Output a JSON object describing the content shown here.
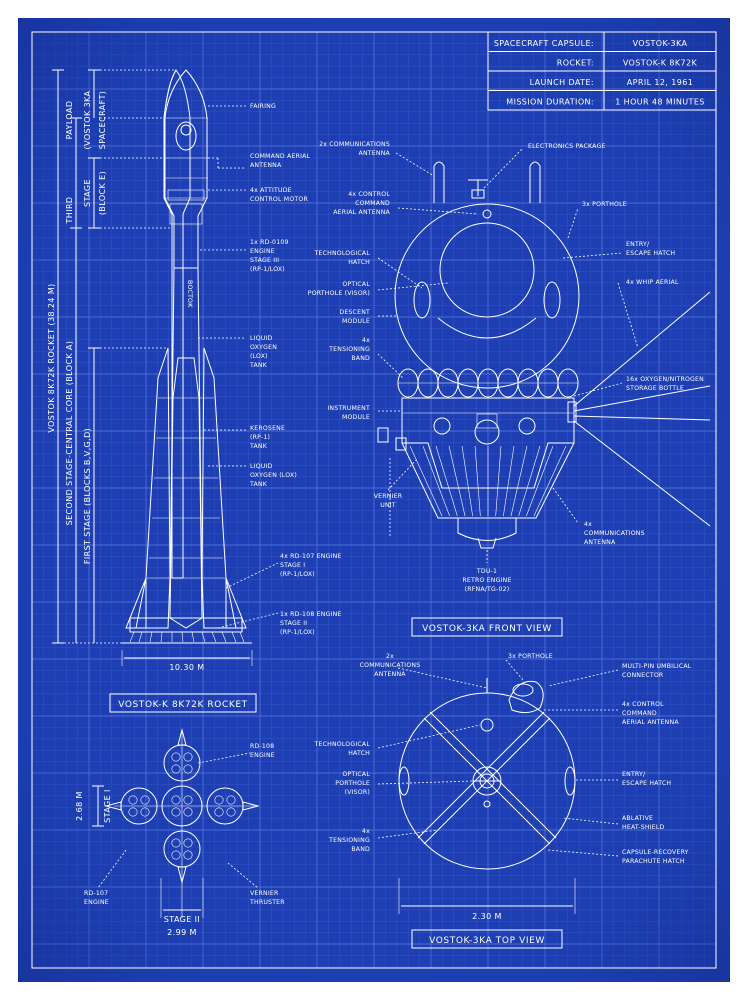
{
  "info_table": [
    {
      "label": "SPACECRAFT CAPSULE:",
      "value": "VOSTOK-3KA"
    },
    {
      "label": "ROCKET:",
      "value": "VOSTOK-K 8K72K"
    },
    {
      "label": "LAUNCH DATE:",
      "value": "APRIL 12, 1961"
    },
    {
      "label": "MISSION DURATION:",
      "value": "1 HOUR 48 MINUTES"
    }
  ],
  "rocket": {
    "title": "VOSTOK-K 8K72K ROCKET",
    "body_text": "ВОСТОК",
    "width_dim": "10.30 M",
    "dim_overall": "VOSTOK 8K72K ROCKET (38.24 M)",
    "dim_core": "SECOND STAGE-CENTRAL CORE (BLOCK A)",
    "dim_first": "FIRST STAGE (BLOCKS B,V,G,D)",
    "dim_third_a": "THIRD",
    "dim_third_b": "STAGE",
    "dim_third_c": "(BLOCK E)",
    "dim_payload_a": "PAYLOAD",
    "dim_payload_b": "(VOSTOK 3KA",
    "dim_payload_c": "SPACECRAFT)",
    "labels": {
      "fairing": "FAIRING",
      "cmd_aerial_1": "COMMAND AERIAL",
      "cmd_aerial_2": "ANTENNA",
      "attitude_1": "4x ATTITUDE",
      "attitude_2": "CONTROL MOTOR",
      "rd0109_1": "1x RD-0109",
      "rd0109_2": "ENGINE",
      "rd0109_3": "STAGE III",
      "rd0109_4": "(RP-1/LOX)",
      "lox1_1": "LIQUID",
      "lox1_2": "OXYGEN",
      "lox1_3": "(LOX)",
      "lox1_4": "TANK",
      "kero_1": "KEROSENE",
      "kero_2": "(RP-1)",
      "kero_3": "TANK",
      "lox2_1": "LIQUID",
      "lox2_2": "OXYGEN (LOX)",
      "lox2_3": "TANK",
      "rd107_1": "4x RD-107 ENGINE",
      "rd107_2": "STAGE I",
      "rd107_3": "(RP-1/LOX)",
      "rd108_1": "1x RD-108 ENGINE",
      "rd108_2": "STAGE II",
      "rd108_3": "(RP-1/LOX)"
    }
  },
  "bottom_view": {
    "label_rd108_1": "RD-108",
    "label_rd108_2": "ENGINE",
    "label_rd107_1": "RD-107",
    "label_rd107_2": "ENGINE",
    "label_vernier_1": "VERNIER",
    "label_vernier_2": "THRUSTER",
    "dim_stage1_val": "2.68 M",
    "dim_stage1": "STAGE I",
    "dim_stage2": "STAGE II",
    "dim_stage2_val": "2.99 M"
  },
  "front_view": {
    "title": "VOSTOK-3KA FRONT VIEW",
    "labels": {
      "comm_1": "2x COMMUNICATIONS",
      "comm_2": "ANTENNA",
      "elec": "ELECTRONICS PACKAGE",
      "ctrl_1": "4x CONTROL",
      "ctrl_2": "COMMAND",
      "ctrl_3": "AERIAL ANTENNA",
      "port3": "3x PORTHOLE",
      "tech_1": "TECHNOLOGICAL",
      "tech_2": "HATCH",
      "entry_1": "ENTRY/",
      "entry_2": "ESCAPE HATCH",
      "optical_1": "OPTICAL",
      "optical_2": "PORTHOLE (VISOR)",
      "whip": "4x WHIP AERIAL",
      "descent_1": "DESCENT",
      "descent_2": "MODULE",
      "tens_1": "4x",
      "tens_2": "TENSIONING",
      "tens_3": "BAND",
      "bottle_1": "16x OXYGEN/NITROGEN",
      "bottle_2": "STORAGE BOTTLE",
      "instr_1": "INSTRUMENT",
      "instr_2": "MODULE",
      "vernier_1": "VERNIER",
      "vernier_2": "UNIT",
      "comm4_1": "4x",
      "comm4_2": "COMMUNICATIONS",
      "comm4_3": "ANTENNA",
      "tdu_1": "TDU-1",
      "tdu_2": "RETRO ENGINE",
      "tdu_3": "(RFNA/TG-02)"
    }
  },
  "top_view": {
    "title": "VOSTOK-3KA TOP VIEW",
    "width_dim": "2.30 M",
    "labels": {
      "comm_1": "2x",
      "comm_2": "COMMUNICATIONS",
      "comm_3": "ANTENNA",
      "port3": "3x PORTHOLE",
      "umb_1": "MULTI-PIN UMBILICAL",
      "umb_2": "CONNECTOR",
      "ctrl_1": "4x CONTROL",
      "ctrl_2": "COMMAND",
      "ctrl_3": "AERIAL ANTENNA",
      "tech_1": "TECHNOLOGICAL",
      "tech_2": "HATCH",
      "optical_1": "OPTICAL",
      "optical_2": "PORTHOLE",
      "optical_3": "(VISOR)",
      "entry_1": "ENTRY/",
      "entry_2": "ESCAPE HATCH",
      "heat_1": "ABLATIVE",
      "heat_2": "HEAT-SHIELD",
      "tens_1": "4x",
      "tens_2": "TENSIONING",
      "tens_3": "BAND",
      "para_1": "CAPSULE-RECOVERY",
      "para_2": "PARACHUTE HATCH"
    }
  }
}
